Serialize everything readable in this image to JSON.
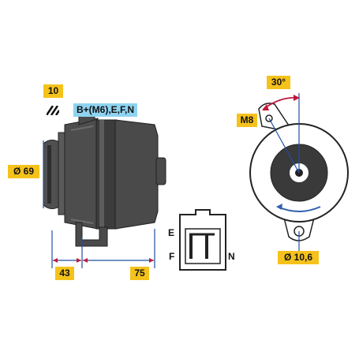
{
  "labels": {
    "quantity": "10",
    "terminals": "B+(M6),E,F,N",
    "pulley_diameter": "Ø 69",
    "length_front": "43",
    "length_body": "75",
    "angle": "30°",
    "mount_thread": "M8",
    "mount_hole": "Ø 10,6",
    "pin_e": "E",
    "pin_f": "F",
    "pin_n": "N"
  },
  "colors": {
    "tag_yellow": "#f5c21b",
    "tag_blue": "#8fd3f0",
    "dimension_blue": "#1f4fa0",
    "angle_red": "#c0183c",
    "body_gray": "#4a4a4a"
  }
}
